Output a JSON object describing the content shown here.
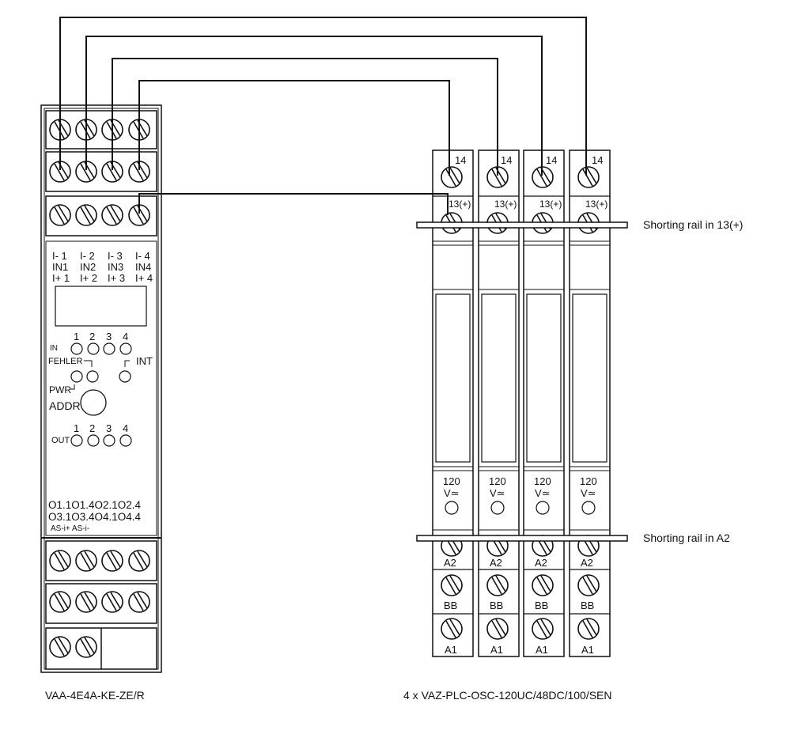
{
  "left_module": {
    "name": "VAA-4E4A-KE-ZE/R",
    "channel_labels": [
      {
        "minus": "I- 1",
        "in": "IN1",
        "plus": "I+ 1"
      },
      {
        "minus": "I- 2",
        "in": "IN2",
        "plus": "I+ 2"
      },
      {
        "minus": "I- 3",
        "in": "IN3",
        "plus": "I+ 3"
      },
      {
        "minus": "I- 4",
        "in": "IN4",
        "plus": "I+ 4"
      }
    ],
    "led_numbers": [
      "1",
      "2",
      "3",
      "4"
    ],
    "in_label": "IN",
    "fehler_label": "FEHLER",
    "int_label": "INT",
    "pwr_label": "PWR",
    "addr_label": "ADDR",
    "out_label": "OUT",
    "output_row1": "O1.1O1.4O2.1O2.4",
    "output_row2": "O3.1O3.4O4.1O4.4",
    "asi_labels": "AS-i+  AS-i-"
  },
  "relays": {
    "caption": "4 x VAZ-PLC-OSC-120UC/48DC/100/SEN",
    "count": 4,
    "terminal_top": "14",
    "terminal_common": "13(+)",
    "voltage": "120",
    "voltage_unit": "V≃",
    "terminal_a2": "A2",
    "terminal_bb": "BB",
    "terminal_a1": "A1"
  },
  "annotations": {
    "rail_top": "Shorting rail in 13(+)",
    "rail_bottom": "Shorting rail in A2"
  }
}
